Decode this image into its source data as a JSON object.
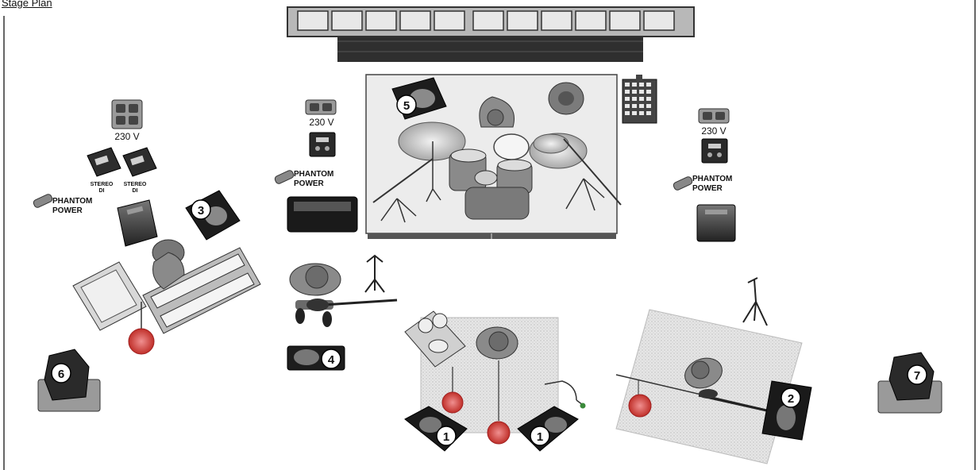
{
  "header": {
    "label": "Stage Plan"
  },
  "power_label": "230 V",
  "phantom_label": [
    "PHANTOM",
    "POWER"
  ],
  "di_label": [
    "STEREO",
    "DI"
  ],
  "monitors": [
    {
      "number": "1"
    },
    {
      "number": "1"
    },
    {
      "number": "2"
    },
    {
      "number": "3"
    },
    {
      "number": "4"
    },
    {
      "number": "5"
    }
  ],
  "lights": [
    {
      "number": "6"
    },
    {
      "number": "7"
    }
  ]
}
